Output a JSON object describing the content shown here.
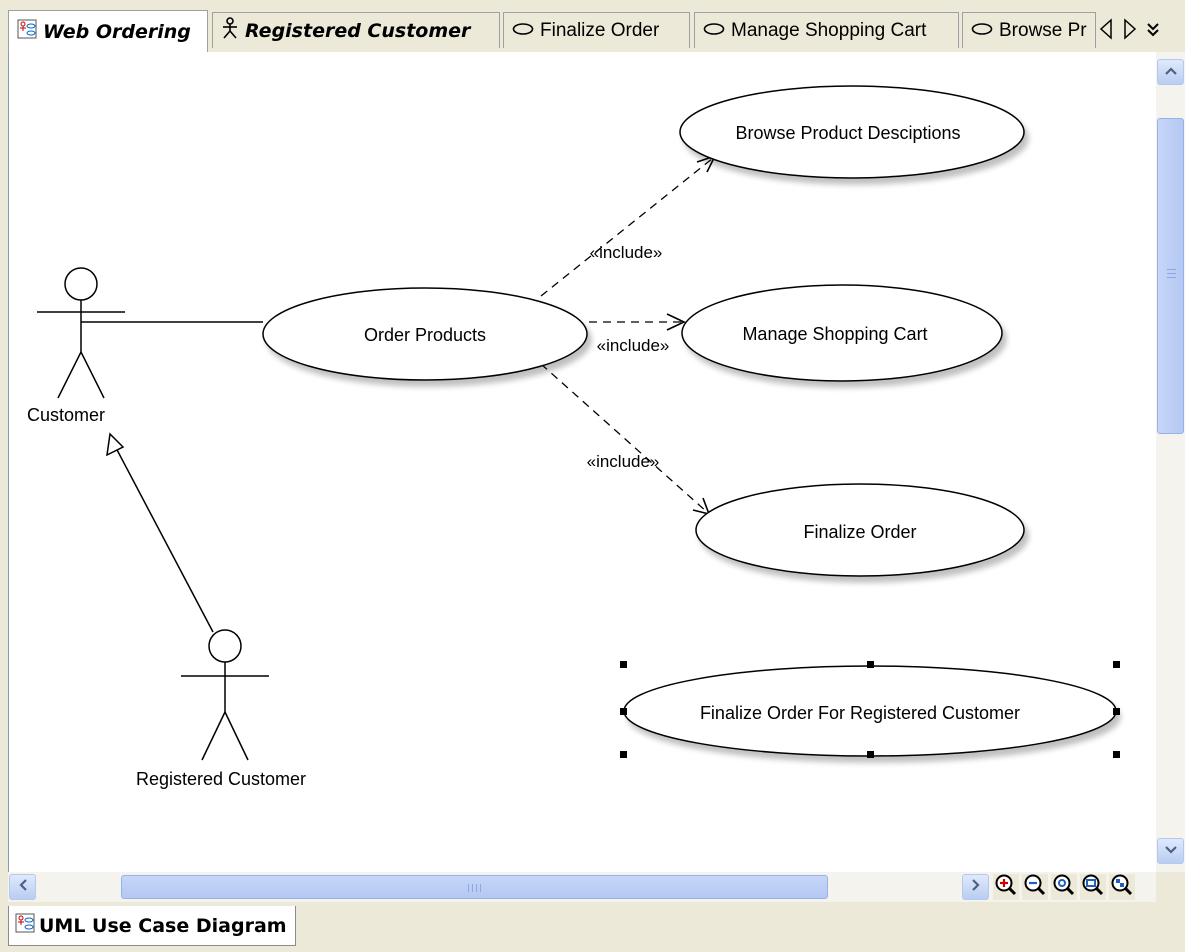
{
  "tabs": [
    {
      "label": "Web Ordering",
      "icon": "use-case-diagram-icon",
      "active": true
    },
    {
      "label": "Registered Customer",
      "icon": "actor-icon",
      "active": false
    },
    {
      "label": "Finalize Order",
      "icon": "use-case-icon",
      "active": false
    },
    {
      "label": "Manage Shopping Cart",
      "icon": "use-case-icon",
      "active": false
    },
    {
      "label": "Browse Pr",
      "icon": "use-case-icon",
      "active": false
    }
  ],
  "diagram": {
    "actors": {
      "customer": "Customer",
      "registered_customer": "Registered Customer"
    },
    "use_cases": {
      "order_products": "Order Products",
      "browse": "Browse Product Desciptions",
      "manage_cart": "Manage Shopping Cart",
      "finalize": "Finalize Order",
      "finalize_registered": "Finalize Order For Registered Customer"
    },
    "relations": {
      "include_browse": "«include»",
      "include_cart": "«include»",
      "include_finalize": "«include»"
    }
  },
  "bottom_tab": {
    "label": "UML Use Case Diagram",
    "icon": "use-case-diagram-icon"
  },
  "colors": {
    "background": "#ece9d8",
    "canvas": "#ffffff",
    "scrollbar": "#b9cdf2"
  }
}
